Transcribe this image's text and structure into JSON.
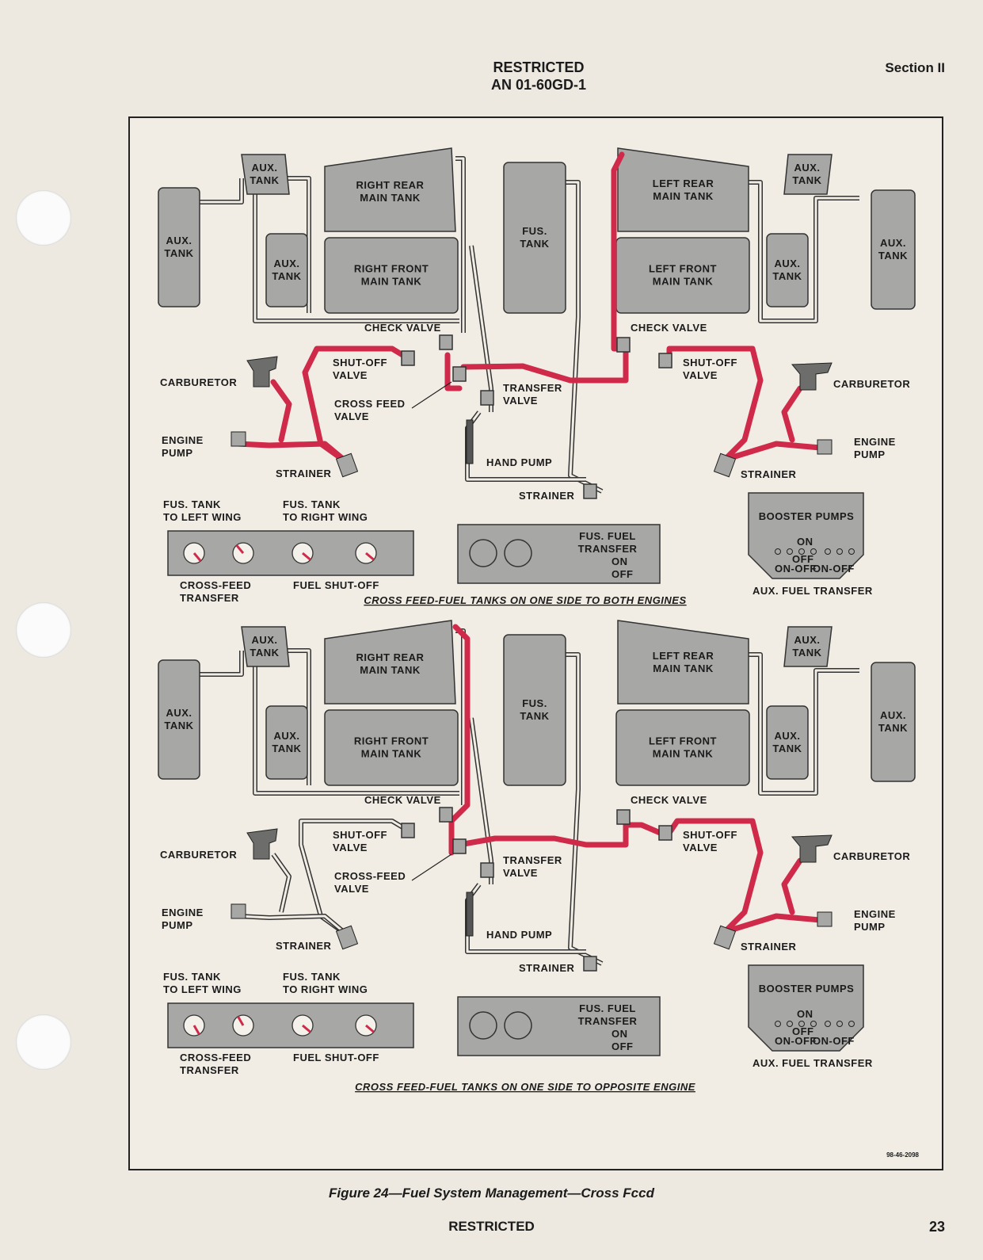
{
  "header": {
    "line1": "RESTRICTED",
    "line2": "AN 01-60GD-1",
    "section": "Section II"
  },
  "footer": {
    "caption": "Figure 24—Fuel System Management—Cross Fccd",
    "classification": "RESTRICTED",
    "page_number": "23",
    "drawing_number": "98-46-2098"
  },
  "diagram_top": {
    "subtitle": "CROSS FEED-FUEL TANKS ON ONE SIDE TO BOTH ENGINES",
    "tanks": {
      "aux_tank_far_left": [
        "AUX.",
        "TANK"
      ],
      "aux_tank_upper_left": [
        "AUX.",
        "TANK"
      ],
      "aux_tank_inner_left": [
        "AUX.",
        "TANK"
      ],
      "right_rear_main": [
        "RIGHT REAR",
        "MAIN TANK"
      ],
      "right_front_main": [
        "RIGHT FRONT",
        "MAIN TANK"
      ],
      "fus_tank": [
        "FUS.",
        "TANK"
      ],
      "left_rear_main": [
        "LEFT REAR",
        "MAIN TANK"
      ],
      "left_front_main": [
        "LEFT FRONT",
        "MAIN TANK"
      ],
      "aux_tank_inner_right": [
        "AUX.",
        "TANK"
      ],
      "aux_tank_upper_right": [
        "AUX.",
        "TANK"
      ],
      "aux_tank_far_right": [
        "AUX.",
        "TANK"
      ]
    },
    "labels": {
      "check_valve_left": "CHECK VALVE",
      "check_valve_right": "CHECK VALVE",
      "shutoff_left": [
        "SHUT-OFF",
        "VALVE"
      ],
      "shutoff_right": [
        "SHUT-OFF",
        "VALVE"
      ],
      "carburetor_left": "CARBURETOR",
      "carburetor_right": "CARBURETOR",
      "engine_pump_left": [
        "ENGINE",
        "PUMP"
      ],
      "engine_pump_right": [
        "ENGINE",
        "PUMP"
      ],
      "strainer_left": "STRAINER",
      "strainer_right": "STRAINER",
      "strainer_center": "STRAINER",
      "cross_feed_valve": [
        "CROSS FEED",
        "VALVE"
      ],
      "transfer_valve": [
        "TRANSFER",
        "VALVE"
      ],
      "hand_pump": "HAND PUMP"
    },
    "panel": {
      "fus_left": [
        "FUS. TANK",
        "TO LEFT WING"
      ],
      "fus_right": [
        "FUS. TANK",
        "TO RIGHT WING"
      ],
      "crossfeed": [
        "CROSS-FEED",
        "TRANSFER"
      ],
      "shutoff": "FUEL SHUT-OFF",
      "fus_fuel_transfer": [
        "FUS. FUEL",
        "TRANSFER"
      ],
      "on": "ON",
      "off": "OFF",
      "booster": "BOOSTER PUMPS",
      "booster_on": "ON",
      "booster_off": "OFF",
      "booster_onoff": "ON-OFF",
      "aux_fuel_transfer": "AUX. FUEL TRANSFER"
    }
  },
  "diagram_bottom": {
    "subtitle": "CROSS FEED-FUEL TANKS ON ONE SIDE TO OPPOSITE ENGINE",
    "tanks": {
      "aux_tank_far_left": [
        "AUX.",
        "TANK"
      ],
      "aux_tank_upper_left": [
        "AUX.",
        "TANK"
      ],
      "aux_tank_inner_left": [
        "AUX.",
        "TANK"
      ],
      "right_rear_main": [
        "RIGHT REAR",
        "MAIN TANK"
      ],
      "right_front_main": [
        "RIGHT FRONT",
        "MAIN TANK"
      ],
      "fus_tank": [
        "FUS.",
        "TANK"
      ],
      "left_rear_main": [
        "LEFT REAR",
        "MAIN TANK"
      ],
      "left_front_main": [
        "LEFT FRONT",
        "MAIN TANK"
      ],
      "aux_tank_inner_right": [
        "AUX.",
        "TANK"
      ],
      "aux_tank_upper_right": [
        "AUX.",
        "TANK"
      ],
      "aux_tank_far_right": [
        "AUX.",
        "TANK"
      ]
    },
    "labels": {
      "check_valve_left": "CHECK VALVE",
      "check_valve_right": "CHECK VALVE",
      "shutoff_left": [
        "SHUT-OFF",
        "VALVE"
      ],
      "shutoff_right": [
        "SHUT-OFF",
        "VALVE"
      ],
      "carburetor_left": "CARBURETOR",
      "carburetor_right": "CARBURETOR",
      "engine_pump_left": [
        "ENGINE",
        "PUMP"
      ],
      "engine_pump_right": [
        "ENGINE",
        "PUMP"
      ],
      "strainer_left": "STRAINER",
      "strainer_right": "STRAINER",
      "strainer_center": "STRAINER",
      "cross_feed_valve": [
        "CROSS-FEED",
        "VALVE"
      ],
      "transfer_valve": [
        "TRANSFER",
        "VALVE"
      ],
      "hand_pump": "HAND PUMP"
    },
    "panel": {
      "fus_left": [
        "FUS. TANK",
        "TO LEFT WING"
      ],
      "fus_right": [
        "FUS. TANK",
        "TO RIGHT WING"
      ],
      "crossfeed": [
        "CROSS-FEED",
        "TRANSFER"
      ],
      "shutoff": "FUEL SHUT-OFF",
      "fus_fuel_transfer": [
        "FUS. FUEL",
        "TRANSFER"
      ],
      "on": "ON",
      "off": "OFF",
      "booster": "BOOSTER PUMPS",
      "booster_on": "ON",
      "booster_off": "OFF",
      "booster_onoff": "ON-OFF",
      "aux_fuel_transfer": "AUX. FUEL TRANSFER"
    }
  },
  "colors": {
    "paper": "#ede9e0",
    "tank": "#a7a7a5",
    "tank_dark": "#8f8f8d",
    "fuel_line": "#cf2a4a",
    "ink": "#1b1b1b"
  }
}
